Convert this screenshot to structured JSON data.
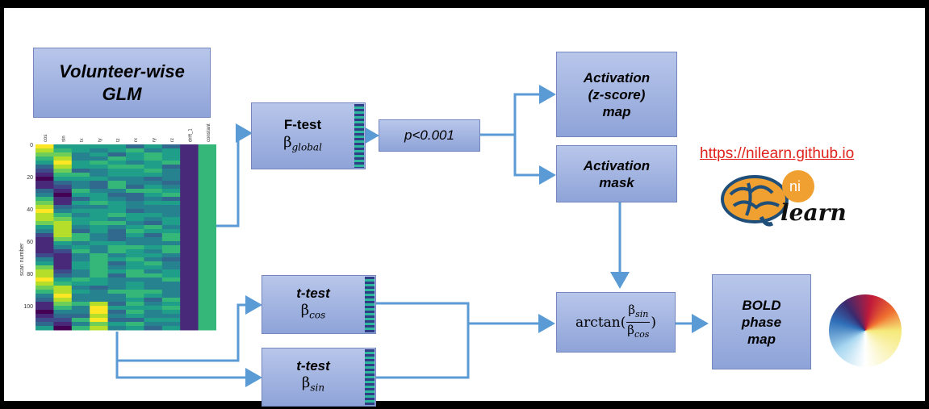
{
  "nodes": {
    "glm": {
      "line1": "Volunteer-wise",
      "line2": "GLM"
    },
    "ftest": {
      "title": "F-test",
      "beta_symbol": "β",
      "beta_sub": "global"
    },
    "threshold": {
      "label": "p<0.001"
    },
    "activation_map": {
      "line1": "Activation",
      "line2": "(z-score)",
      "line3": "map"
    },
    "activation_mask": {
      "line1": "Activation",
      "line2": "mask"
    },
    "ttest_cos": {
      "title": "t-test",
      "beta_symbol": "β",
      "beta_sub": "cos"
    },
    "ttest_sin": {
      "title": "t-test",
      "beta_symbol": "β",
      "beta_sub": "sin"
    },
    "arctan": {
      "func": "arctan(",
      "num_symbol": "β",
      "num_sub": "sin",
      "den_symbol": "β",
      "den_sub": "cos",
      "close": ")"
    },
    "bold": {
      "line1": "BOLD",
      "line2": "phase",
      "line3": "map"
    }
  },
  "heatmap": {
    "columns": [
      "cos",
      "sin",
      "tx",
      "ty",
      "tz",
      "rx",
      "ry",
      "rz",
      "drift_1",
      "constant"
    ],
    "y_label": "scan number",
    "y_ticks": [
      "0",
      "20",
      "40",
      "60",
      "80",
      "100"
    ]
  },
  "link_text": "https://nilearn.github.io",
  "logo": {
    "badge": "ni",
    "word": "learn"
  },
  "colors": {
    "box_top": "#b8c6ea",
    "box_bottom": "#8ea3d8",
    "arrow": "#5b9bd5",
    "link": "#e0231c"
  }
}
